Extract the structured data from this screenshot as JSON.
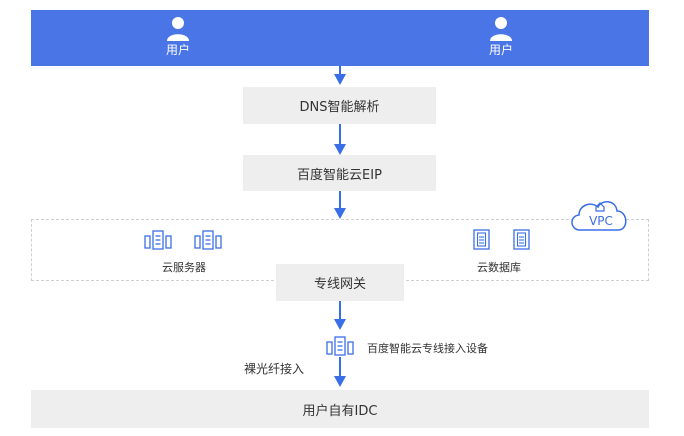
{
  "users": [
    {
      "label": "用户"
    },
    {
      "label": "用户"
    }
  ],
  "steps": {
    "dns": "DNS智能解析",
    "eip": "百度智能云EIP",
    "gateway": "专线网关",
    "idc": "用户自有IDC"
  },
  "vpc": {
    "badge": "VPC",
    "cloud_server_label": "云服务器",
    "cloud_database_label": "云数据库"
  },
  "access_device_label": "百度智能云专线接入设备",
  "fiber_label": "裸光纤接入",
  "colors": {
    "band": "#4a75e6",
    "accent": "#3a6ee8",
    "box": "#eeeeee"
  }
}
